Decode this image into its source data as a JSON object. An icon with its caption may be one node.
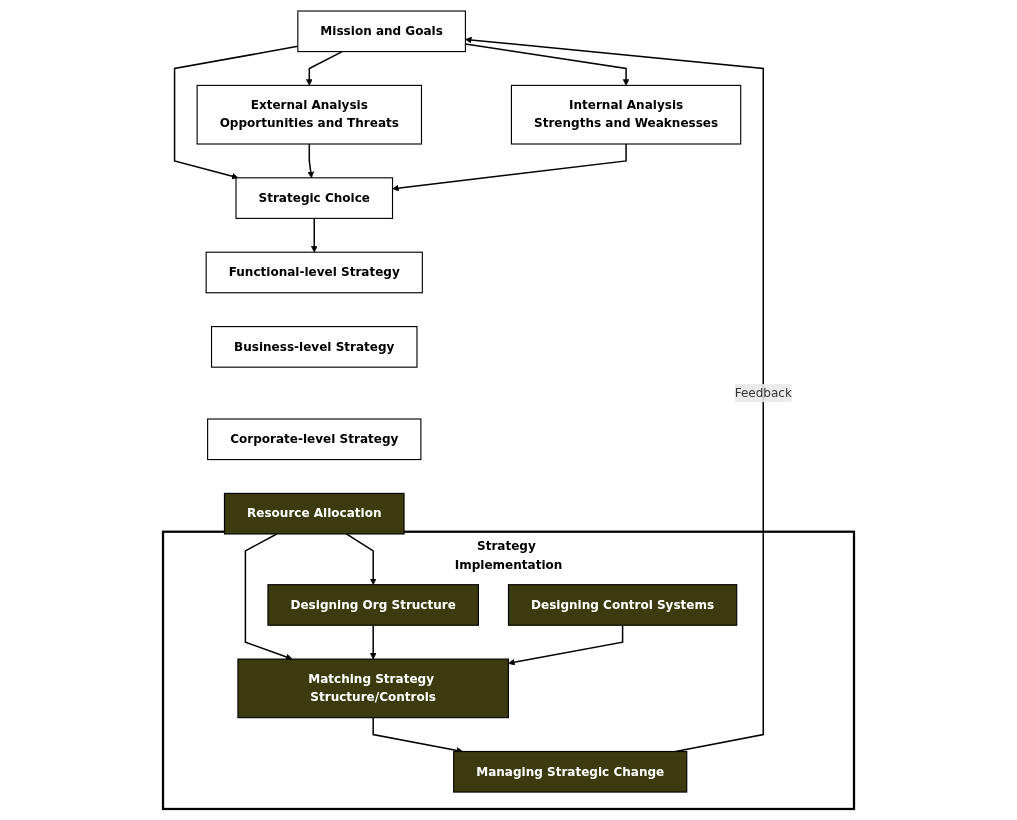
{
  "diagram": {
    "nodes": [
      {
        "text": [
          "Mission and Goals"
        ]
      },
      {
        "text": [
          "External Analysis",
          "Opportunities and Threats"
        ]
      },
      {
        "text": [
          "Strategic Choice"
        ]
      },
      {
        "text": [
          "Internal Analysis",
          "Strengths and Weaknesses"
        ]
      },
      {
        "text": [
          "Functional-level Strategy"
        ]
      },
      {
        "text": [
          "Business-level Strategy"
        ]
      },
      {
        "text": [
          "Corporate-level Strategy"
        ]
      },
      {
        "text": [
          "Resource Allocation"
        ]
      },
      {
        "text": [
          "Strategy Implementation"
        ]
      },
      {
        "text": [
          "Designing Org Structure"
        ],
        "in": 8
      },
      {
        "text": [
          "Matching Strategy Structure/Controls"
        ],
        "in": 8
      },
      {
        "text": [
          "Designing Control Systems"
        ],
        "in": 8
      },
      {
        "text": [
          "Managing Strategic Change"
        ],
        "in": 8
      }
    ],
    "edges": [
      {
        "from": 0,
        "to": 1,
        "arrow": "to"
      },
      {
        "from": 0,
        "to": 2,
        "arrow": "to"
      },
      {
        "from": 0,
        "to": 3,
        "arrow": "to"
      },
      {
        "from": 1,
        "to": 2,
        "arrow": "to"
      },
      {
        "from": 3,
        "to": 2,
        "arrow": "to"
      },
      {
        "from": 2,
        "to": 4,
        "arrow": "to"
      },
      {
        "from": 7,
        "to": 9,
        "arrow": "to"
      },
      {
        "from": 7,
        "to": 10,
        "arrow": "to"
      },
      {
        "from": 9,
        "to": 10,
        "arrow": "to"
      },
      {
        "from": 11,
        "to": 10,
        "arrow": "to"
      },
      {
        "from": 10,
        "to": 12,
        "arrow": "to"
      },
      {
        "from": 12,
        "to": 0,
        "arrow": "to",
        "label": "Feedback"
      }
    ]
  }
}
